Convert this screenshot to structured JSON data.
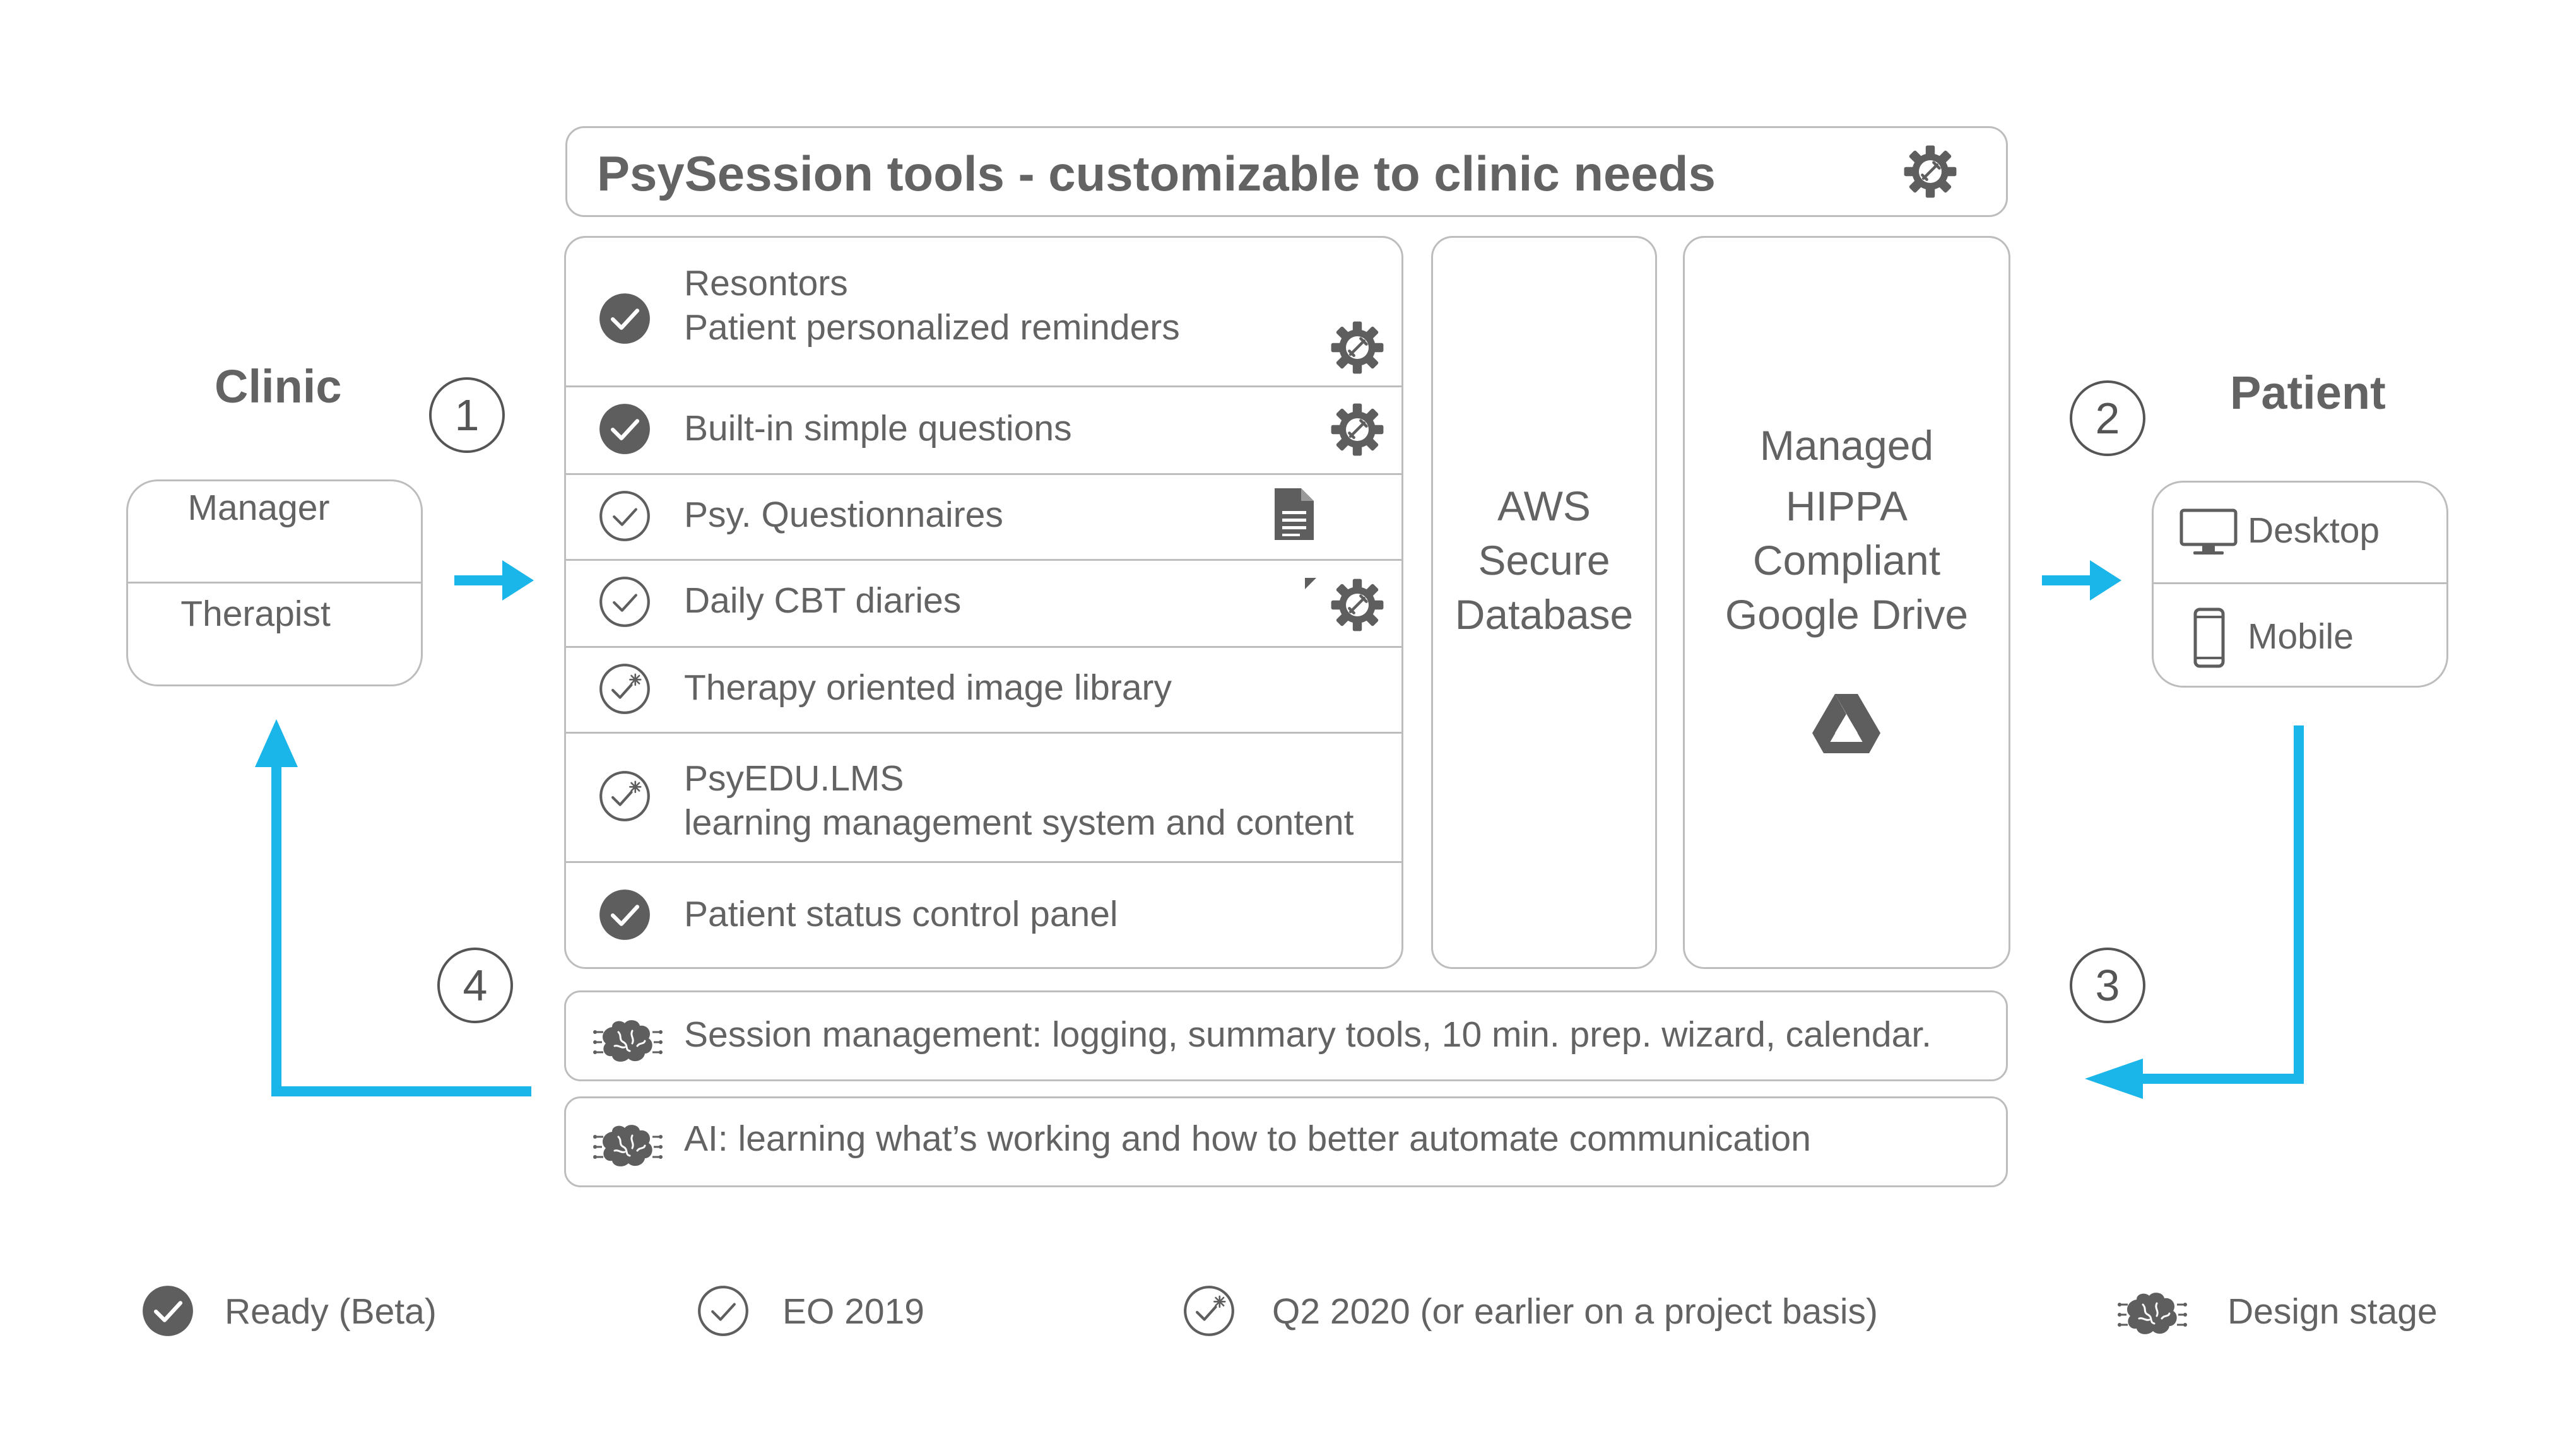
{
  "header": {
    "title": "PsySession tools - customizable to clinic needs"
  },
  "clinic": {
    "title": "Clinic",
    "roles": [
      "Manager",
      "Therapist"
    ]
  },
  "patient": {
    "title": "Patient",
    "devices": [
      "Desktop",
      "Mobile"
    ]
  },
  "steps": [
    "1",
    "2",
    "3",
    "4"
  ],
  "tools": [
    {
      "line1": "Resontors",
      "line2": "Patient personalized reminders",
      "status": "ready",
      "extra": "gear"
    },
    {
      "line1": "Built-in simple questions",
      "status": "ready",
      "extra": "gear"
    },
    {
      "line1": "Psy. Questionnaires",
      "status": "eo2019",
      "extra": "document"
    },
    {
      "line1": "Daily CBT diaries",
      "status": "eo2019",
      "extra": "gear"
    },
    {
      "line1": "Therapy oriented image library",
      "status": "q22020"
    },
    {
      "line1": "PsyEDU.LMS",
      "line2": "learning management system and content",
      "status": "q22020"
    },
    {
      "line1": "Patient status control panel",
      "status": "ready"
    }
  ],
  "aws": {
    "lines": [
      "AWS",
      "Secure",
      "Database"
    ]
  },
  "drive": {
    "lines": [
      "Managed",
      "HIPPA",
      "Compliant",
      "Google Drive"
    ]
  },
  "session_bar": {
    "text": "Session management: logging, summary tools, 10 min. prep. wizard, calendar."
  },
  "ai_bar": {
    "text": "AI: learning what’s working and how to better automate communication"
  },
  "legend": [
    {
      "label": "Ready (Beta)",
      "icon": "filled-check-icon"
    },
    {
      "label": "EO 2019",
      "icon": "outline-check-icon"
    },
    {
      "label": "Q2 2020 (or earlier on a project basis)",
      "icon": "sparkle-check-icon"
    },
    {
      "label": "Design stage",
      "icon": "brain-icon"
    }
  ],
  "colors": {
    "arrow": "#1ab6ea",
    "border": "#bdbdbd",
    "text": "#636363",
    "icon": "#5e5e5e"
  }
}
